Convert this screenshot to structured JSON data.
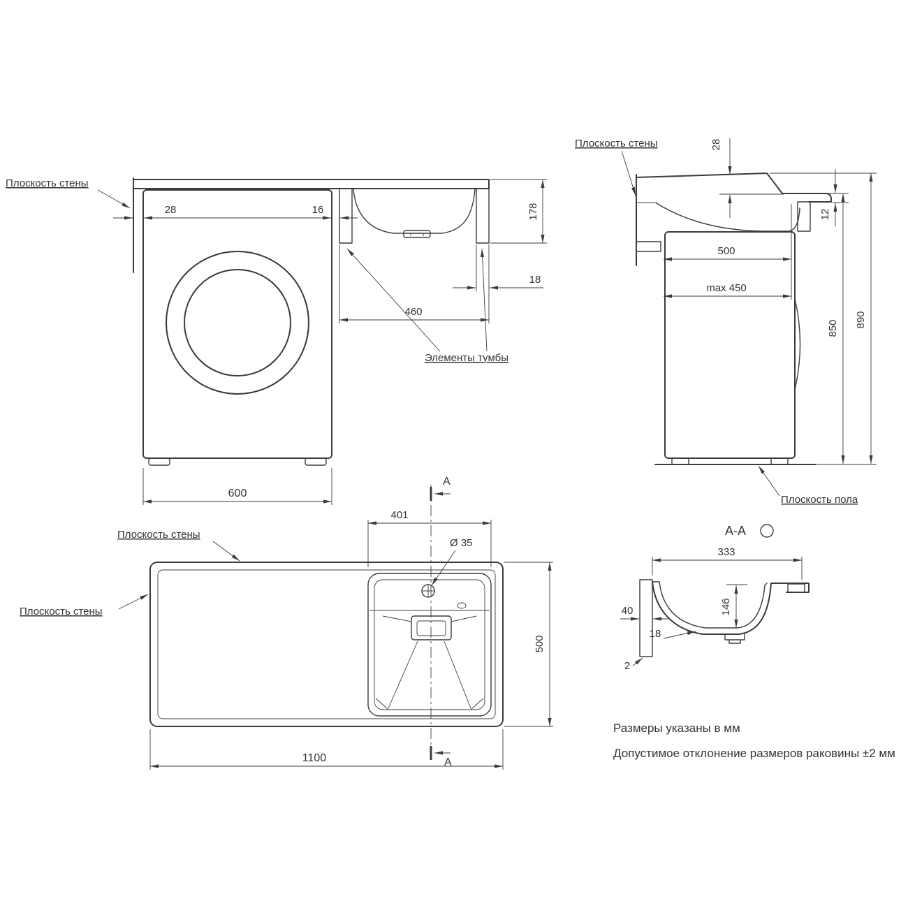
{
  "labels": {
    "wall_plane": "Плоскость стены",
    "floor_plane": "Плоскость пола",
    "cabinet_elements": "Элементы тумбы",
    "section_title": "А-А",
    "section_marker": "А"
  },
  "front_view": {
    "dim_28": "28",
    "dim_16": "16",
    "dim_178": "178",
    "dim_18": "18",
    "dim_460": "460",
    "dim_600": "600"
  },
  "side_view": {
    "dim_28": "28",
    "dim_12": "12",
    "dim_500": "500",
    "dim_max450": "max 450",
    "dim_850": "850",
    "dim_890": "890"
  },
  "top_view": {
    "dim_401": "401",
    "dim_dia35": "Ø 35",
    "dim_500": "500",
    "dim_1100": "1100"
  },
  "section_view": {
    "dim_333": "333",
    "dim_146": "146",
    "dim_40": "40",
    "dim_18": "18",
    "dim_2": "2"
  },
  "notes": {
    "line1": "Размеры указаны в мм",
    "line2": "Допустимое отклонение размеров раковины ±2 мм"
  }
}
